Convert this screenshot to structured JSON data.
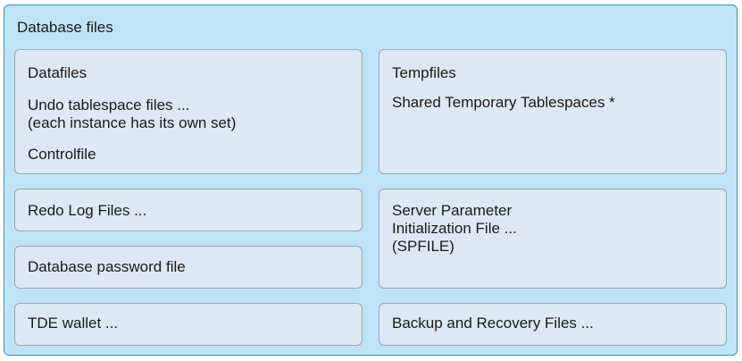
{
  "diagram": {
    "title": "Database files",
    "datafiles_box": {
      "datafiles": "Datafiles",
      "undo_line1": "Undo tablespace files ...",
      "undo_line2": "(each instance has its own set)",
      "controlfile": "Controlfile"
    },
    "tempfiles_box": {
      "tempfiles": "Tempfiles",
      "shared_temp": "Shared Temporary Tablespaces *"
    },
    "redo_log": "Redo Log Files ...",
    "spfile": {
      "line1": "Server Parameter",
      "line2": "Initialization File ...",
      "line3": "(SPFILE)"
    },
    "password_file": "Database password file",
    "tde_wallet": "TDE wallet ...",
    "backup_recovery": "Backup and Recovery Files ..."
  }
}
